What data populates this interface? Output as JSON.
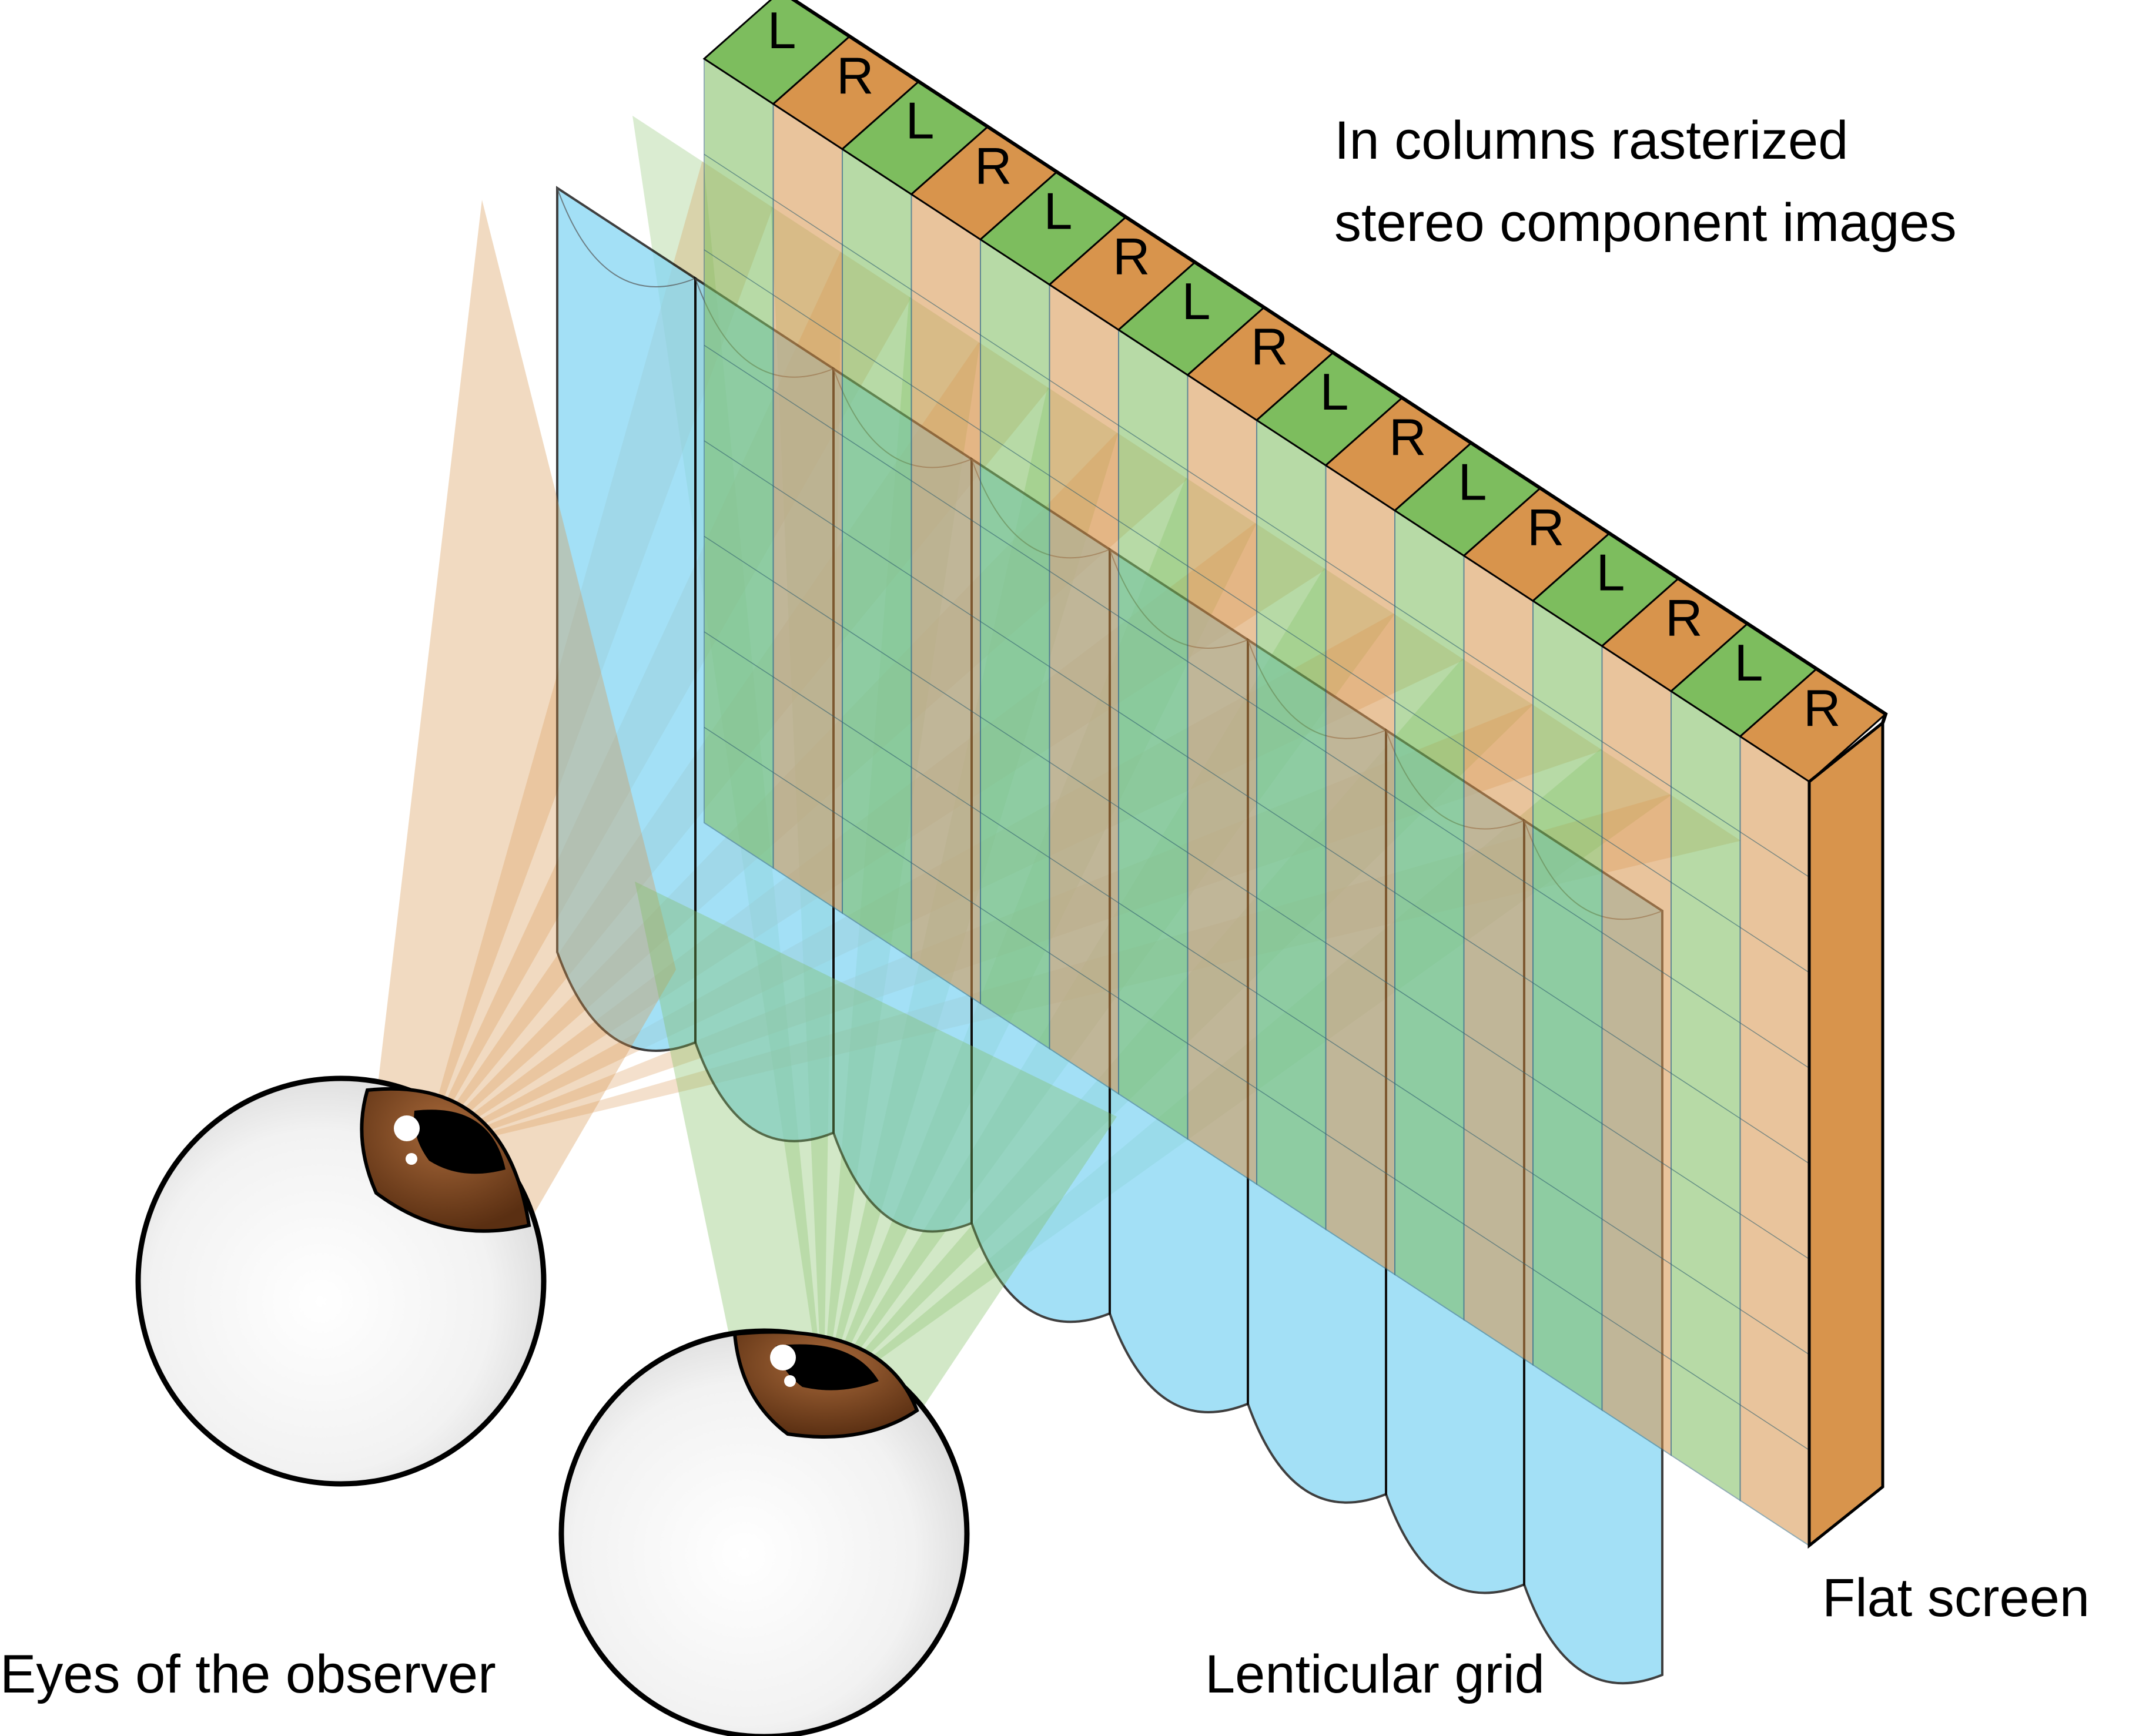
{
  "columns": [
    "L",
    "R",
    "L",
    "R",
    "L",
    "R",
    "L",
    "R",
    "L",
    "R",
    "L",
    "R",
    "L",
    "R",
    "L",
    "R"
  ],
  "labels": {
    "title_line1": "In columns rasterized",
    "title_line2": "stereo component images",
    "eyes": "Eyes of the observer",
    "lens": "Lenticular grid",
    "screen": "Flat screen"
  },
  "colors": {
    "left": "#7dbd5e",
    "right": "#d8944c",
    "lens": "#85d6f3",
    "stroke": "#000000",
    "iris": "#7a4520",
    "eyeball": "#f7f7f7"
  },
  "icons": {
    "left_eye": "eye-icon",
    "right_eye": "eye-icon"
  }
}
